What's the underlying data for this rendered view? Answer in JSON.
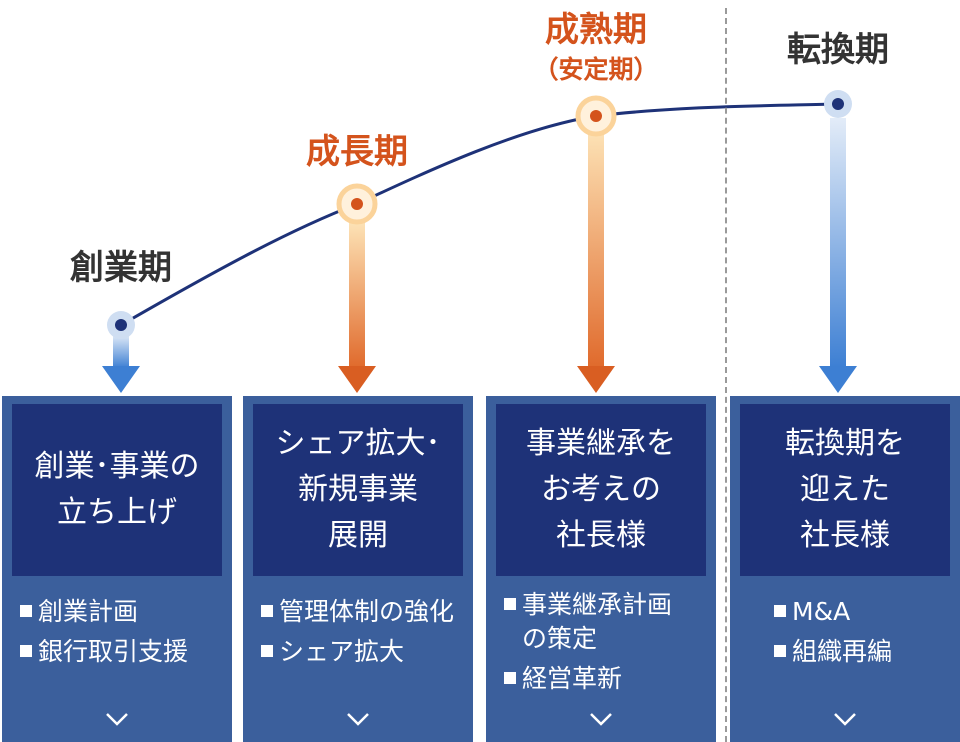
{
  "phases": [
    {
      "name": "創業期",
      "style": "dark"
    },
    {
      "name": "成長期",
      "style": "accent"
    },
    {
      "name": "成熟期",
      "sub": "（安定期）",
      "style": "accent"
    },
    {
      "name": "転換期",
      "style": "dark"
    }
  ],
  "cards": [
    {
      "title": "創業･事業の\n立ち上げ",
      "items": [
        "創業計画",
        "銀行取引支援"
      ]
    },
    {
      "title": "シェア拡大･\n新規事業\n展開",
      "items": [
        "管理体制の強化",
        "シェア拡大"
      ]
    },
    {
      "title": "事業継承を\nお考えの\n社長様",
      "items": [
        "事業継承計画\nの策定",
        "経営革新"
      ]
    },
    {
      "title": "転換期を\n迎えた\n社長様",
      "items": [
        "M&A",
        "組織再編"
      ]
    }
  ],
  "colors": {
    "curve": "#1e3278",
    "accent": "#d4531c",
    "accent_light": "#fbd39a",
    "blue_arrow": "#3d7fd3",
    "blue_light": "#cfdef2",
    "card_body": "#3b5f9c",
    "card_head": "#1e3278",
    "text_dark": "#333333"
  },
  "icons": {
    "expand": "chevron-down-icon",
    "bullet": "square-bullet-icon"
  }
}
